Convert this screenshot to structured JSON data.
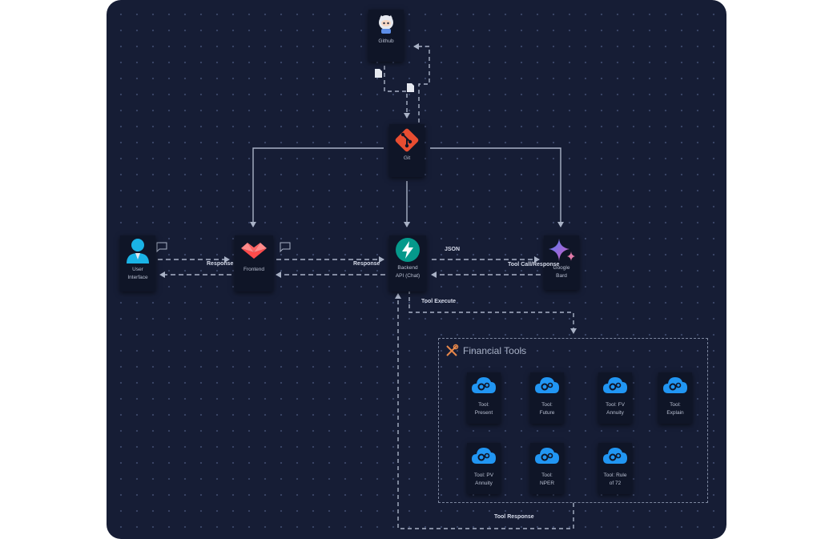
{
  "nodes": {
    "github": "Github",
    "git": "Git",
    "user_interface": "User\nInterface",
    "frontend": "Frontend",
    "backend": "Backend\nAPI (Chat)",
    "google_bard": "Google\nBard"
  },
  "edges": {
    "response_left": "Response",
    "response_mid": "Response",
    "json": "JSON",
    "tool_call_response": "Tool Call/Response",
    "tool_execute": "Tool Execute",
    "tool_response": "Tool Response"
  },
  "group": {
    "title": "Financial Tools",
    "tools": [
      "Tool:\nPresent",
      "Tool:\nFuture",
      "Tool: FV\nAnnuity",
      "Tool:\nExplain",
      "Tool: PV\nAnnuity",
      "Tool:\nNPER",
      "Tool: Rule\nof 72"
    ]
  },
  "colors": {
    "background": "#161d35",
    "node": "#0f1527",
    "line": "#a9b2c6",
    "git": "#e84d31",
    "fastapi": "#05998b",
    "frontend": "#ff4b4b",
    "user": "#1ab3e6",
    "gear_cloud": "#2196f3",
    "tools_icon": "#e8874a"
  },
  "icons": {
    "github": "github-octocat-icon",
    "git": "git-icon",
    "user_interface": "user-icon",
    "frontend": "streamlit-icon",
    "backend": "fastapi-bolt-icon",
    "google_bard": "bard-sparkle-icon",
    "tools": "gear-cloud-icon",
    "group": "wrench-screwdriver-icon",
    "message": "chat-bubble-icon",
    "document": "document-icon"
  }
}
